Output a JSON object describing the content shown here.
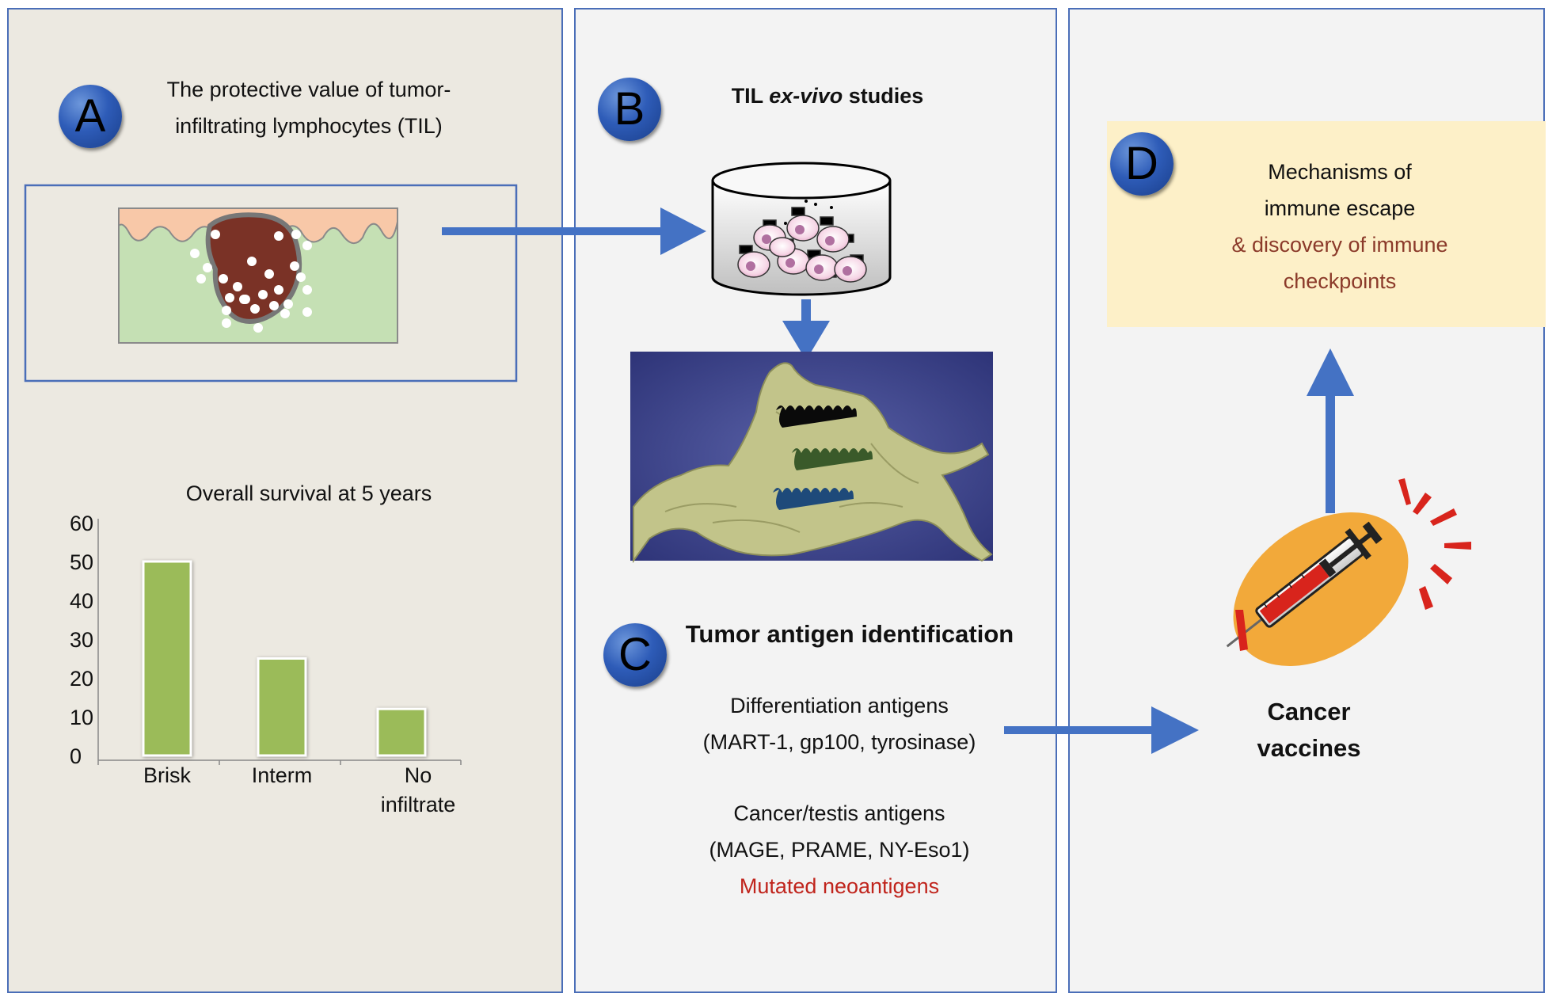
{
  "panel_a": {
    "badge": "A",
    "title_line1": "The protective value of tumor-",
    "title_line2": "infiltrating lymphocytes (TIL)"
  },
  "panel_b": {
    "badge": "B",
    "title_prefix": "TIL ",
    "title_italic": "ex-vivo",
    "title_suffix": " studies"
  },
  "panel_c": {
    "badge": "C",
    "title": "Tumor antigen identification",
    "diff_line1": "Differentiation antigens",
    "diff_line2": "(MART-1, gp100, tyrosinase)",
    "ct_line1": "Cancer/testis antigens",
    "ct_line2": "(MAGE, PRAME, NY-Eso1)",
    "neo": "Mutated neoantigens"
  },
  "panel_d": {
    "badge": "D",
    "line1": "Mechanisms of",
    "line2": "immune escape",
    "line3": "& discovery of immune",
    "line4": "checkpoints",
    "vaccine_line1": "Cancer",
    "vaccine_line2": "vaccines"
  },
  "colors": {
    "panel_border": "#4a6eb8",
    "arrow": "#4472c4",
    "bar": "#9bbb59",
    "highlight_box": "#fdf0c8",
    "accent_red": "#c0241c"
  },
  "chart_data": {
    "type": "bar",
    "title": "Overall survival at 5 years",
    "categories": [
      "Brisk",
      "Interm",
      "No infiltrate"
    ],
    "category_lines": [
      [
        "Brisk"
      ],
      [
        "Interm"
      ],
      [
        "No",
        "infiltrate"
      ]
    ],
    "values": [
      50,
      25,
      12
    ],
    "ylim": [
      0,
      60
    ],
    "yticks": [
      0,
      10,
      20,
      30,
      40,
      50,
      60
    ],
    "xlabel": "",
    "ylabel": "",
    "grid": false
  }
}
